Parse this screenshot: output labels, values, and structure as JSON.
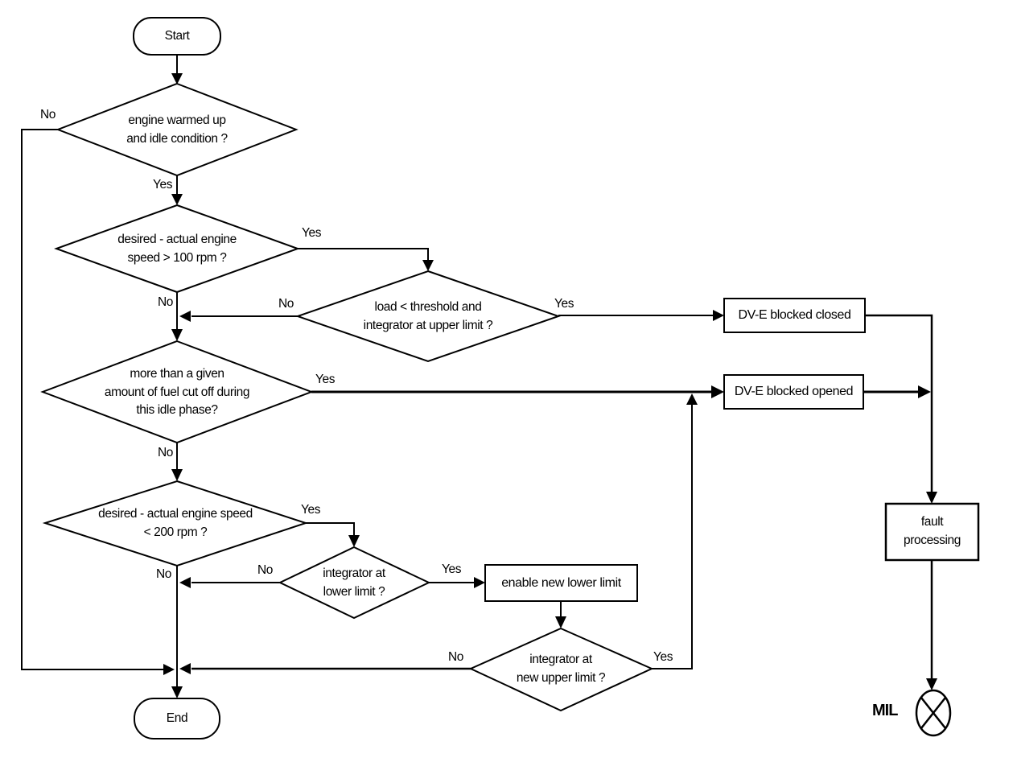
{
  "diagram": {
    "colors": {
      "line": "#000000",
      "background": "#ffffff"
    },
    "nodes": {
      "start": "Start",
      "engine_warm": "engine warmed up\nand idle condition ?",
      "speed_gt_100": "desired - actual engine\nspeed > 100 rpm ?",
      "load_threshold": "load < threshold and\nintegrator at upper limit ?",
      "dve_blocked_closed": "DV-E blocked closed",
      "fuel_cut_off": "more than a given\namount of fuel cut off during\nthis idle phase?",
      "dve_blocked_opened": "DV-E blocked opened",
      "speed_lt_200": "desired - actual engine speed\n< 200 rpm ?",
      "integrator_lower": "integrator at\nlower limit ?",
      "enable_new_lower_limit": "enable new lower limit",
      "integrator_new_upper": "integrator at\nnew upper limit ?",
      "fault_processing": "fault\nprocessing",
      "end": "End",
      "mil": "MIL"
    },
    "edge_labels": {
      "engine_warm_no": "No",
      "engine_warm_yes": "Yes",
      "speed_gt_100_yes": "Yes",
      "speed_gt_100_no": "No",
      "load_threshold_no": "No",
      "load_threshold_yes": "Yes",
      "fuel_cut_off_yes": "Yes",
      "fuel_cut_off_no": "No",
      "speed_lt_200_yes": "Yes",
      "speed_lt_200_no": "No",
      "integrator_lower_no": "No",
      "integrator_lower_yes": "Yes",
      "integrator_new_upper_no": "No",
      "integrator_new_upper_yes": "Yes"
    }
  }
}
